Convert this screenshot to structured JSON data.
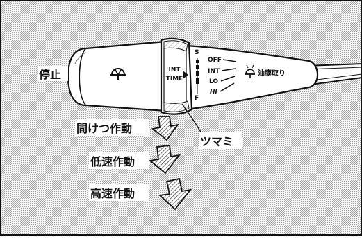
{
  "diagram": {
    "stop_label": "停止",
    "int_time_line1": "INT",
    "int_time_line2": "TIME",
    "ring_top_mark": "S",
    "ring_bottom_mark": "F",
    "positions": {
      "off": "OFF",
      "int": "INT",
      "lo": "LO",
      "hi": "HI"
    },
    "washer_label": "油膜取り",
    "knob_label": "ツマミ",
    "arrows": [
      {
        "label": "間けつ作動"
      },
      {
        "label": "低速作動"
      },
      {
        "label": "高速作動"
      }
    ],
    "icons": {
      "wiper_icon": "wiper-icon",
      "washer_icon": "wiper-washer-icon"
    }
  }
}
